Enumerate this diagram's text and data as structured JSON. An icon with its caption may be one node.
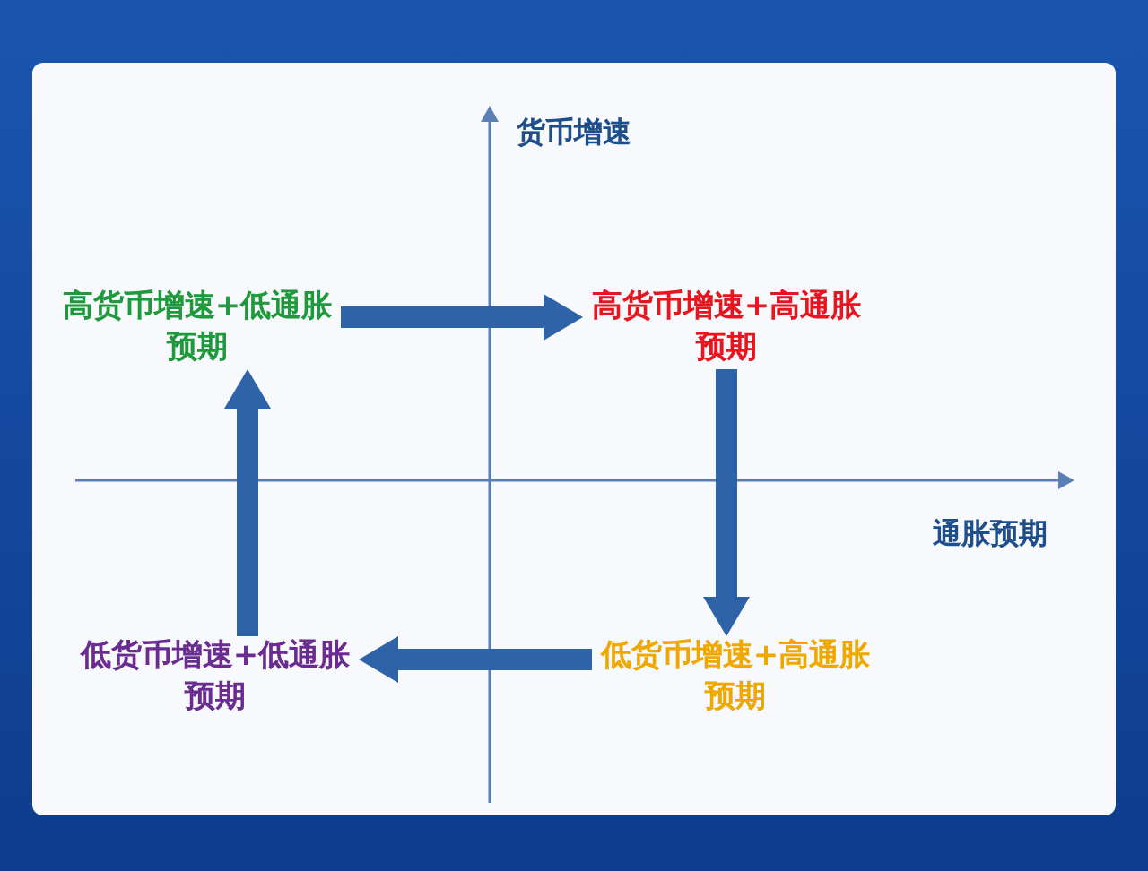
{
  "diagram": {
    "nodes": [
      {
        "text": [
          "高货币增速+低通胀预期"
        ]
      },
      {
        "text": [
          "高货币增速+高通胀预期"
        ]
      },
      {
        "text": [
          "低货币增速+低通胀预期"
        ]
      },
      {
        "text": [
          "低货币增速+高通胀预期"
        ]
      }
    ],
    "edges": [
      {
        "from": 0,
        "to": 1,
        "arrow": "to"
      },
      {
        "from": 1,
        "to": 3,
        "arrow": "to"
      },
      {
        "from": 3,
        "to": 2,
        "arrow": "to"
      },
      {
        "from": 2,
        "to": 0,
        "arrow": "to"
      }
    ],
    "labels": [
      "货币增速",
      "通胀预期"
    ]
  }
}
